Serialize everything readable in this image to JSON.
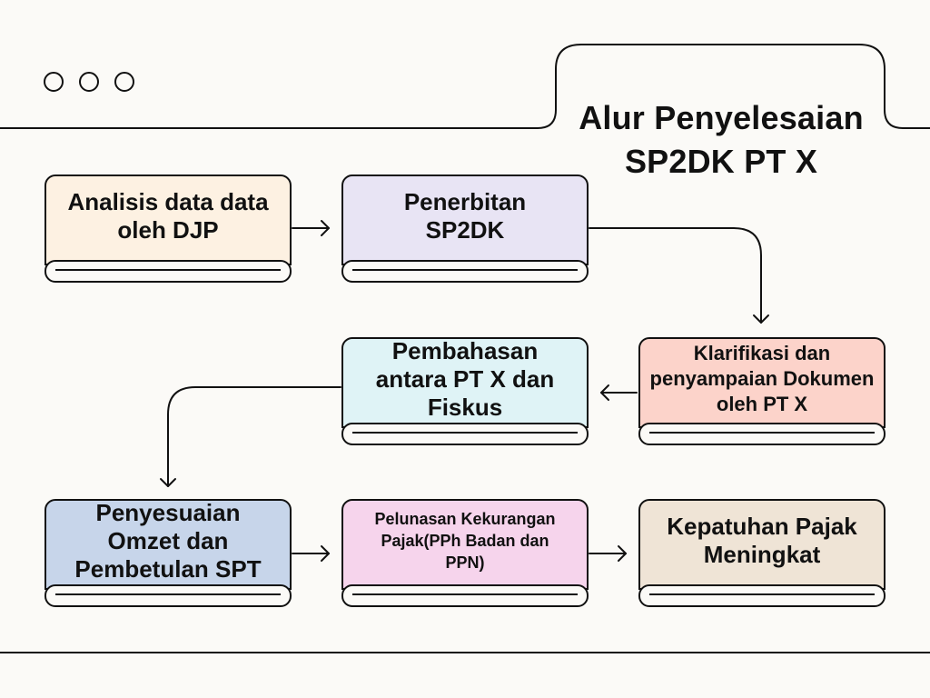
{
  "title": {
    "line1": "Alur Penyelesaian",
    "line2": "SP2DK PT X"
  },
  "steps": [
    {
      "label": "Analisis data data oleh DJP",
      "color": "#fdf1e2"
    },
    {
      "label": "Penerbitan SP2DK",
      "color": "#e8e4f4"
    },
    {
      "label": "Klarifikasi dan penyampaian Dokumen oleh PT X",
      "color": "#fcd3ca"
    },
    {
      "label": "Pembahasan antara PT X dan Fiskus",
      "color": "#dff3f6"
    },
    {
      "label": "Penyesuaian Omzet dan Pembetulan SPT",
      "color": "#c7d5ea"
    },
    {
      "label": "Pelunasan Kekurangan Pajak(PPh Badan dan PPN)",
      "color": "#f6d4ec"
    },
    {
      "label": "Kepatuhan Pajak Meningkat",
      "color": "#efe4d6"
    }
  ]
}
